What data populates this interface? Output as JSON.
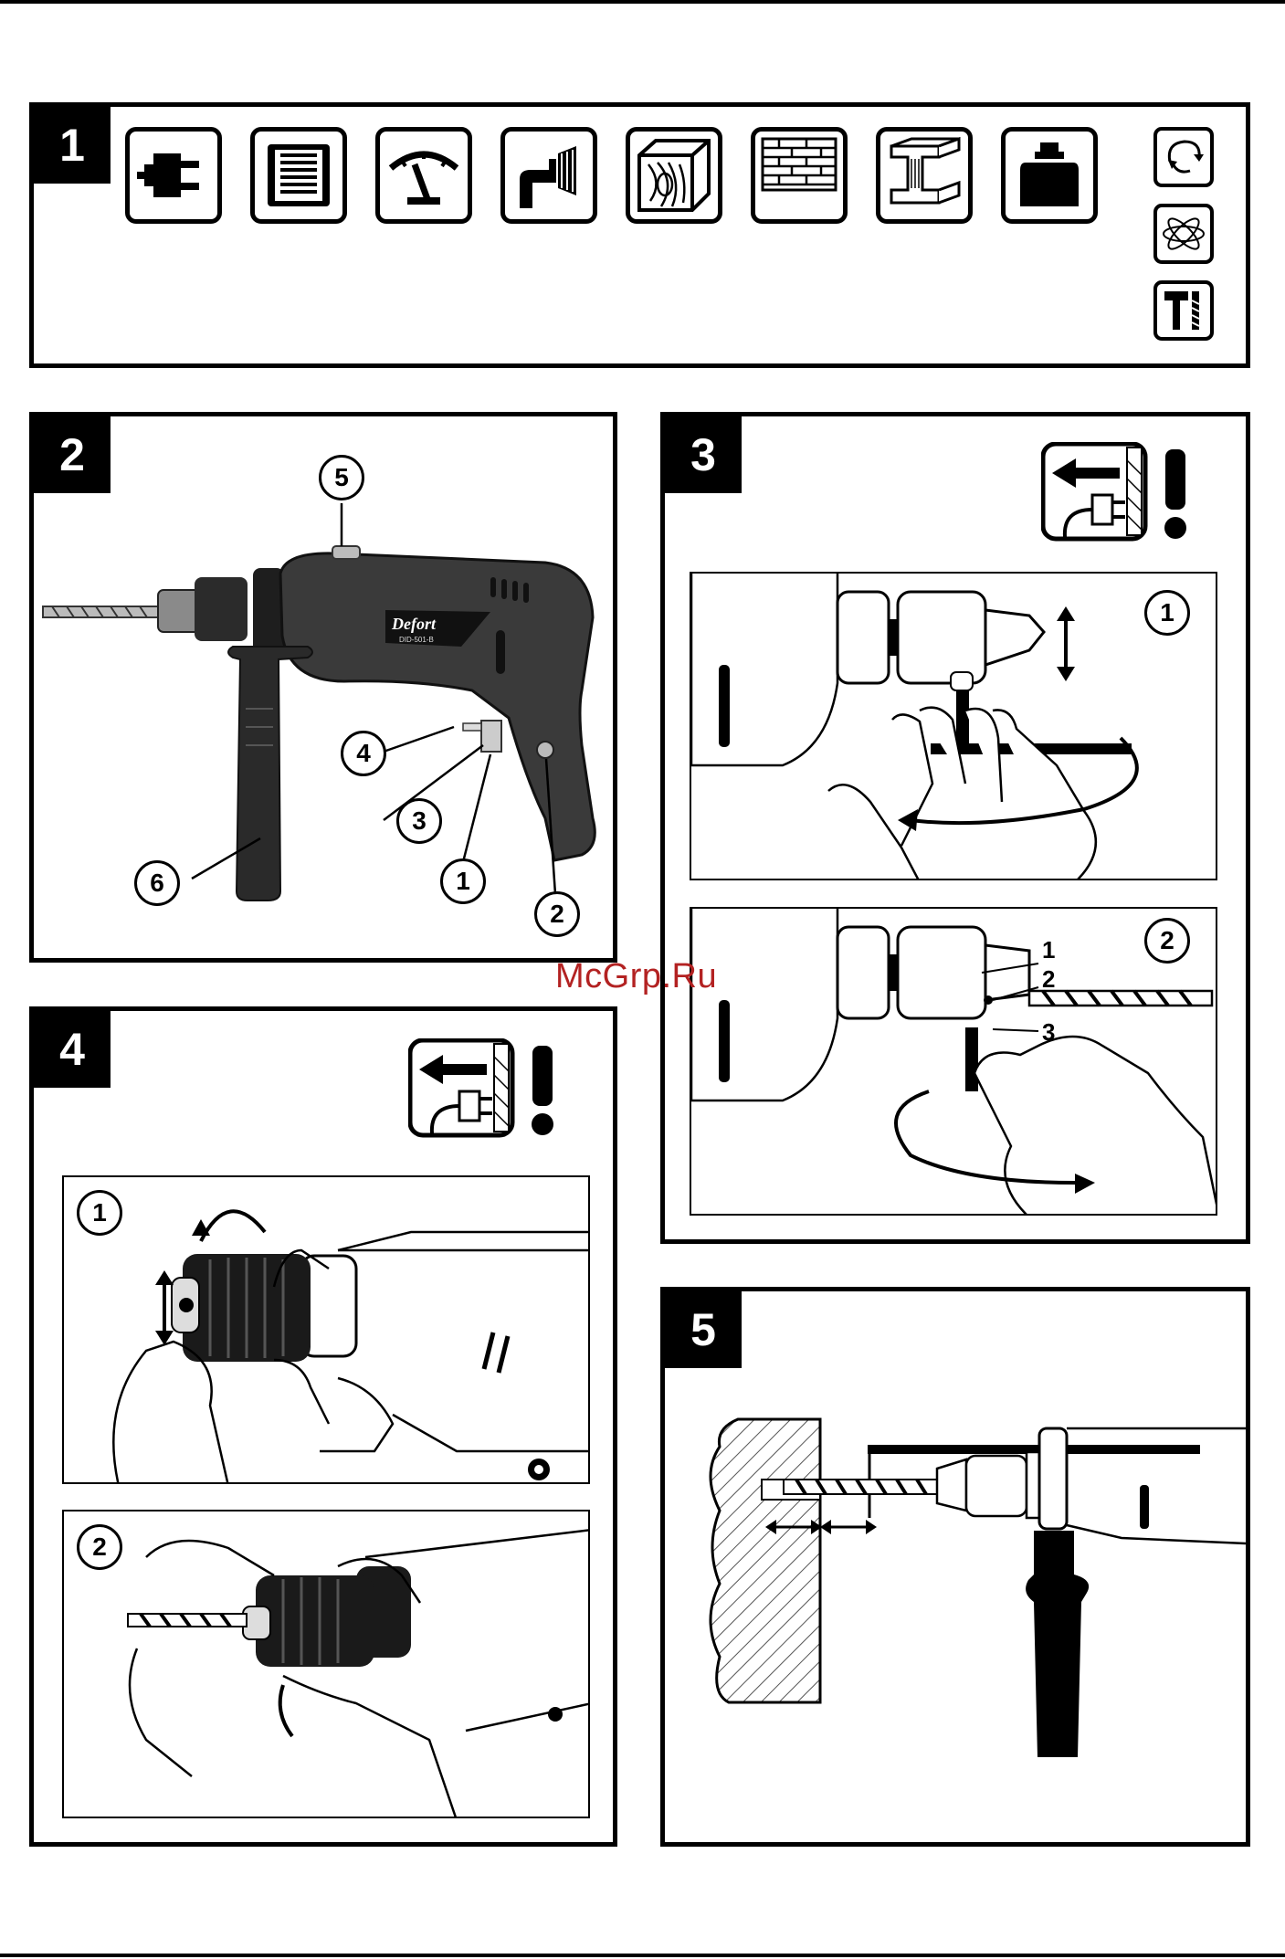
{
  "panels": {
    "p1": {
      "number": "1"
    },
    "p2": {
      "number": "2"
    },
    "p3": {
      "number": "3"
    },
    "p4": {
      "number": "4"
    },
    "p5": {
      "number": "5"
    }
  },
  "spec_icons": [
    {
      "name": "plug-icon"
    },
    {
      "name": "motor-icon"
    },
    {
      "name": "speed-gauge-icon"
    },
    {
      "name": "drill-chuck-icon"
    },
    {
      "name": "wood-icon"
    },
    {
      "name": "brick-icon"
    },
    {
      "name": "steel-beam-icon"
    },
    {
      "name": "weight-icon"
    }
  ],
  "side_icons": [
    {
      "name": "reverse-rotation-icon"
    },
    {
      "name": "vibration-icon"
    },
    {
      "name": "hammer-drill-icon"
    }
  ],
  "drill": {
    "brand": "Defort",
    "model": "DID-501-B",
    "callouts": [
      "5",
      "4",
      "3",
      "6",
      "1",
      "2"
    ]
  },
  "panel3": {
    "step1": "1",
    "step2": "2",
    "chuck_labels": [
      "1",
      "2",
      "3"
    ]
  },
  "panel4": {
    "step1": "1",
    "step2": "2"
  },
  "watermark": "McGrp.Ru",
  "colors": {
    "ink": "#000000",
    "watermark": "#b32222",
    "drill_body": "#3a3a3a"
  }
}
